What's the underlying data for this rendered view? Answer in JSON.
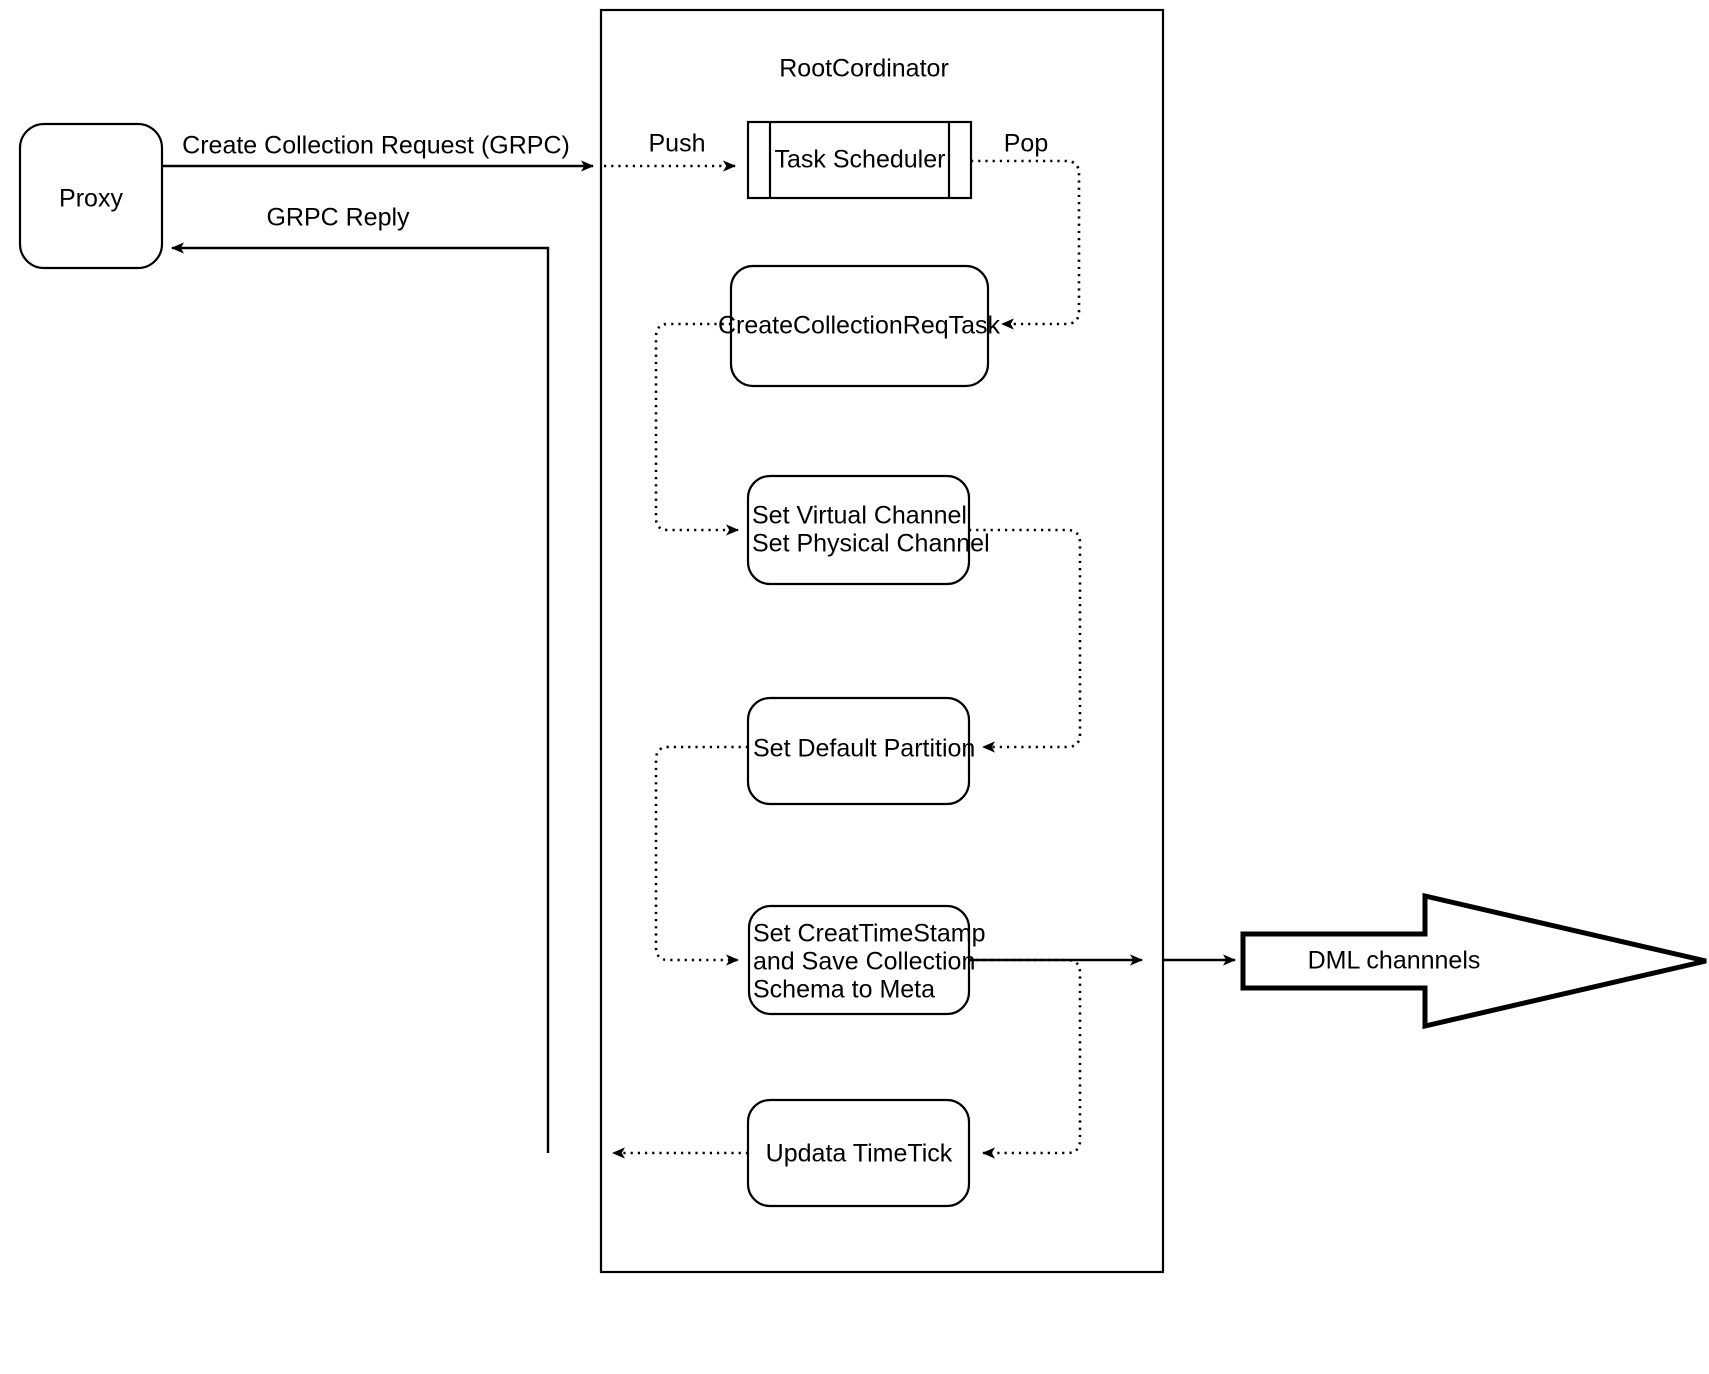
{
  "diagram": {
    "title_visible": "RootCordinator",
    "colors": {
      "stroke": "#000000",
      "fill": "#ffffff",
      "text": "#000000"
    },
    "nodes": {
      "proxy": {
        "label": "Proxy",
        "shape": "rounded-rect"
      },
      "container": {
        "label": "RootCordinator",
        "shape": "rect"
      },
      "task_scheduler": {
        "label": "Task Scheduler",
        "shape": "process-rect"
      },
      "create_collection_req_task": {
        "label": "CreateCollectionReqTask",
        "shape": "rounded-rect"
      },
      "set_channels": {
        "line1": "Set Virtual Channel",
        "line2": "Set Physical Channel",
        "shape": "rounded-rect"
      },
      "set_default_partition": {
        "label": "Set Default Partition",
        "shape": "rounded-rect"
      },
      "set_timestamp": {
        "line1": "Set CreatTimeStamp",
        "line2": "and Save Collection",
        "line3": "Schema to Meta",
        "shape": "rounded-rect"
      },
      "update_timetick": {
        "label": "Updata TimeTick",
        "shape": "rounded-rect"
      },
      "dml_channels": {
        "label": "DML channnels",
        "shape": "block-arrow-right"
      }
    },
    "edges": {
      "create_collection_request": {
        "label": "Create Collection Request (GRPC)",
        "style": "solid",
        "direction": "proxy-to-rootcoordinator"
      },
      "grpc_reply": {
        "label": "GRPC Reply",
        "style": "solid",
        "direction": "rootcoordinator-to-proxy"
      },
      "push": {
        "label": "Push",
        "style": "dotted",
        "direction": "to-task-scheduler"
      },
      "pop": {
        "label": "Pop",
        "style": "dotted",
        "direction": "to-create-collection-req-task"
      },
      "task_to_channels": {
        "label": "",
        "style": "dotted"
      },
      "channels_to_partition": {
        "label": "",
        "style": "dotted"
      },
      "partition_to_timestamp": {
        "label": "",
        "style": "dotted"
      },
      "timestamp_to_dml": {
        "label": "",
        "style": "solid"
      },
      "timestamp_to_timetick": {
        "label": "",
        "style": "dotted"
      },
      "timetick_to_reply": {
        "label": "",
        "style": "dotted"
      }
    }
  }
}
